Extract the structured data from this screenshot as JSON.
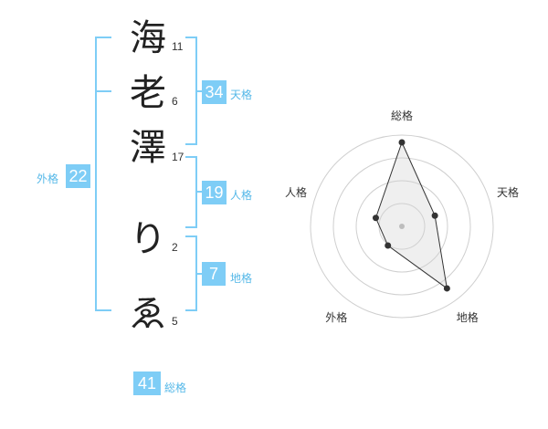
{
  "name": {
    "chars": [
      {
        "char": "海",
        "strokes": "11"
      },
      {
        "char": "老",
        "strokes": "6"
      },
      {
        "char": "澤",
        "strokes": "17"
      },
      {
        "char": "り",
        "strokes": "2"
      },
      {
        "char": "ゑ",
        "strokes": "5"
      }
    ]
  },
  "kaku": {
    "tenkaku": {
      "value": "34",
      "label": "天格"
    },
    "jinkaku": {
      "value": "19",
      "label": "人格"
    },
    "chikaku": {
      "value": "7",
      "label": "地格"
    },
    "gaikaku": {
      "value": "22",
      "label": "外格"
    },
    "soukaku": {
      "value": "41",
      "label": "総格"
    }
  },
  "colors": {
    "accent": "#7ecdf6",
    "label": "#55b8e8",
    "bracket": "#7ecdf6"
  },
  "chart_data": {
    "type": "radar",
    "axes": [
      "総格",
      "天格",
      "地格",
      "外格",
      "人格"
    ],
    "values": [
      4.6,
      1.9,
      4.2,
      1.3,
      1.5
    ],
    "range": [
      0,
      5
    ],
    "rings": 4
  }
}
